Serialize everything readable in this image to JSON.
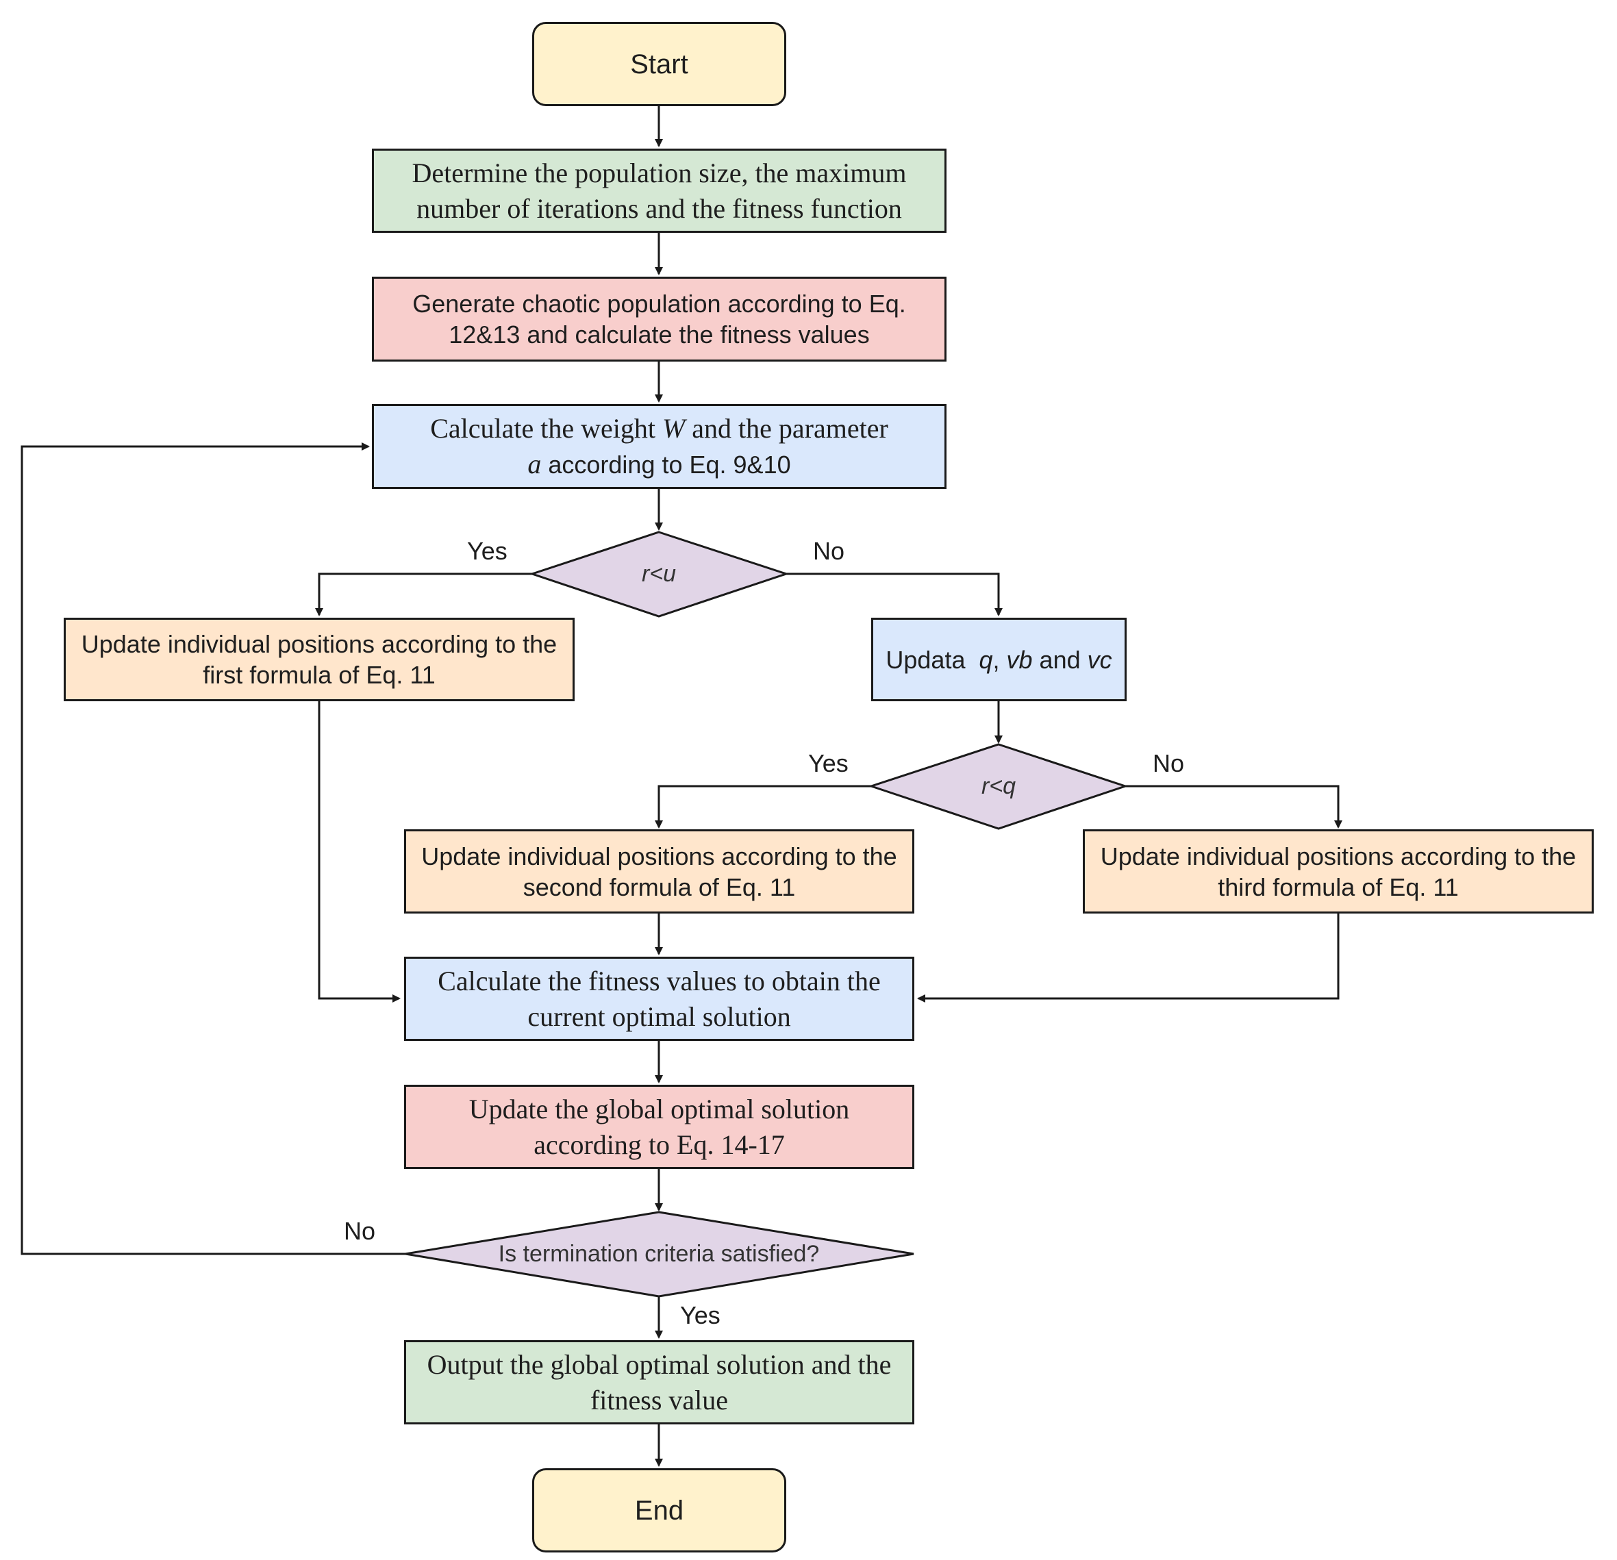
{
  "colors": {
    "terminal": "#fff2cc",
    "setup": "#d5e8d4",
    "red": "#f8cecc",
    "blue": "#dae8fc",
    "decision": "#e1d5e7",
    "update": "#ffe6cc",
    "stroke": "#1a1a1a"
  },
  "nodes": {
    "start": "Start",
    "define_params": "Determine the population size, the maximum number of iterations and the fitness function",
    "generate_population": "Generate chaotic population according to Eq. 12&13 and calculate the fitness values",
    "calc_weight": {
      "prefix": "Calculate the weight ",
      "w_symbol": "W",
      "middle": " and the parameter",
      "a_symbol": "a",
      "suffix": " according to Eq. 9&10"
    },
    "decision_r_u": "r<u",
    "update_first": "Update individual positions according to the first formula of Eq. 11",
    "update_qvbvc": {
      "prefix": "Updata  ",
      "q": "q",
      "sep": ", ",
      "vb": "vb",
      "and": " and ",
      "vc": "vc"
    },
    "decision_r_q": "r<q",
    "update_second": "Update individual positions according to the second formula of Eq. 11",
    "update_third": "Update individual positions according to the third formula of Eq. 11",
    "calc_fitness": "Calculate the fitness values to obtain the current optimal solution",
    "update_global": "Update the global optimal solution according to Eq. 14-17",
    "decision_termination": "Is termination criteria satisfied?",
    "output": "Output the global optimal solution and the fitness value",
    "end": "End"
  },
  "edge_labels": {
    "r_u_yes": "Yes",
    "r_u_no": "No",
    "r_q_yes": "Yes",
    "r_q_no": "No",
    "term_no": "No",
    "term_yes": "Yes"
  }
}
